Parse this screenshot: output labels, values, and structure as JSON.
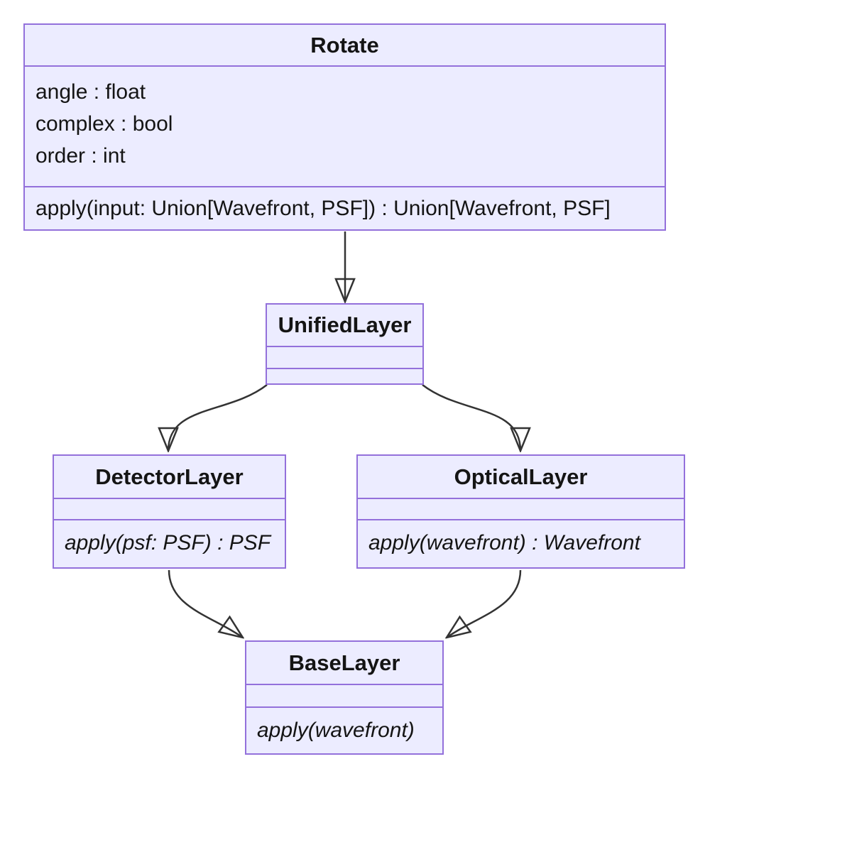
{
  "diagram": {
    "type": "uml-class-diagram",
    "colors": {
      "box_fill": "#ECECFF",
      "box_border": "#9370DB",
      "edge_stroke": "#333333",
      "text": "#141414",
      "background": "#ffffff"
    },
    "classes": [
      {
        "id": "rotate",
        "title": "Rotate",
        "attributes": [
          "angle : float",
          "complex : bool",
          "order : int"
        ],
        "methods": [
          "apply(input: Union[Wavefront, PSF]) : Union[Wavefront, PSF]"
        ],
        "methods_abstract": false
      },
      {
        "id": "unified",
        "title": "UnifiedLayer",
        "attributes": [],
        "methods": [],
        "methods_abstract": false
      },
      {
        "id": "detector",
        "title": "DetectorLayer",
        "attributes": [],
        "methods": [
          "apply(psf: PSF) : PSF"
        ],
        "methods_abstract": true
      },
      {
        "id": "optical",
        "title": "OpticalLayer",
        "attributes": [],
        "methods": [
          "apply(wavefront) : Wavefront"
        ],
        "methods_abstract": true
      },
      {
        "id": "base",
        "title": "BaseLayer",
        "attributes": [],
        "methods": [
          "apply(wavefront)"
        ],
        "methods_abstract": true
      }
    ],
    "relations": [
      {
        "from": "Rotate",
        "to": "UnifiedLayer",
        "type": "inheritance",
        "arrowhead": "hollow-triangle"
      },
      {
        "from": "UnifiedLayer",
        "to": "DetectorLayer",
        "type": "inheritance",
        "arrowhead": "hollow-triangle"
      },
      {
        "from": "UnifiedLayer",
        "to": "OpticalLayer",
        "type": "inheritance",
        "arrowhead": "hollow-triangle"
      },
      {
        "from": "DetectorLayer",
        "to": "BaseLayer",
        "type": "inheritance",
        "arrowhead": "hollow-triangle"
      },
      {
        "from": "OpticalLayer",
        "to": "BaseLayer",
        "type": "inheritance",
        "arrowhead": "hollow-triangle"
      }
    ]
  }
}
